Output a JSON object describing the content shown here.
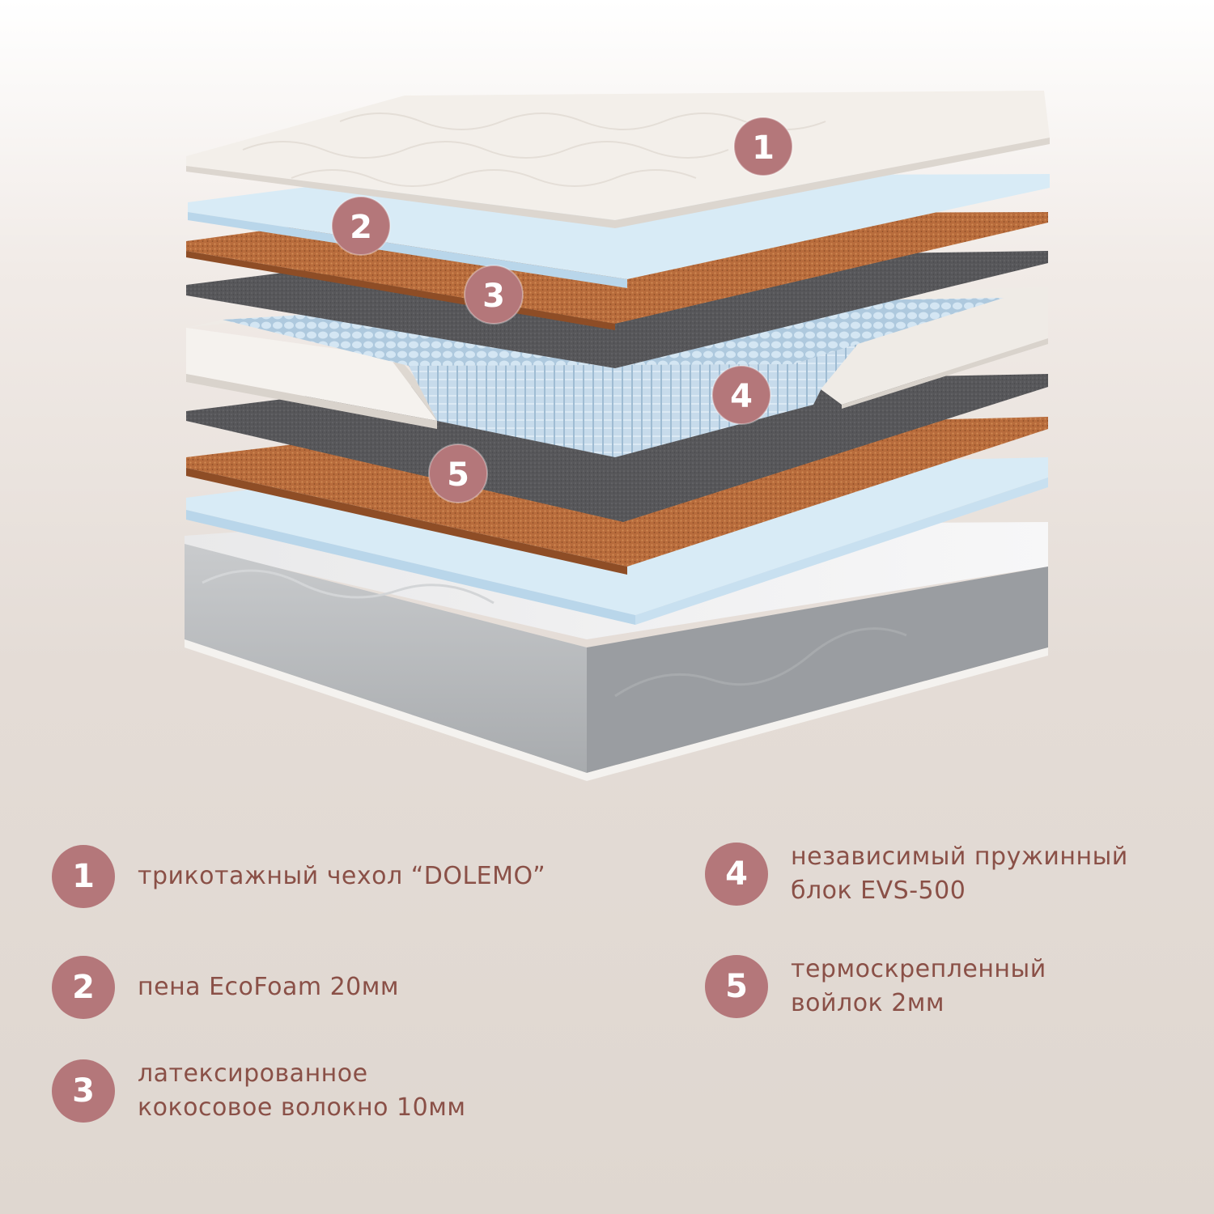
{
  "colors": {
    "badge": "#b4777a",
    "text": "#8a5047",
    "quilt_top": "#f3efea",
    "foam": "#d8ebf6",
    "coconut": "#b86c3c",
    "felt": "#57575a",
    "spring": "#c8ddee",
    "frame": "#efebe6",
    "base": "#b9bcbf"
  },
  "markers": [
    {
      "number": "1"
    },
    {
      "number": "2"
    },
    {
      "number": "3"
    },
    {
      "number": "4"
    },
    {
      "number": "5"
    }
  ],
  "legend": [
    {
      "number": "1",
      "lines": [
        "трикотажный чехол “DOLEMO”"
      ]
    },
    {
      "number": "2",
      "lines": [
        "пена EcoFoam 20мм"
      ]
    },
    {
      "number": "3",
      "lines": [
        "латексированное",
        "кокосовое волокно 10мм"
      ]
    },
    {
      "number": "4",
      "lines": [
        "независимый пружинный",
        "блок EVS-500"
      ]
    },
    {
      "number": "5",
      "lines": [
        "термоскрепленный",
        "войлок 2мм"
      ]
    }
  ]
}
